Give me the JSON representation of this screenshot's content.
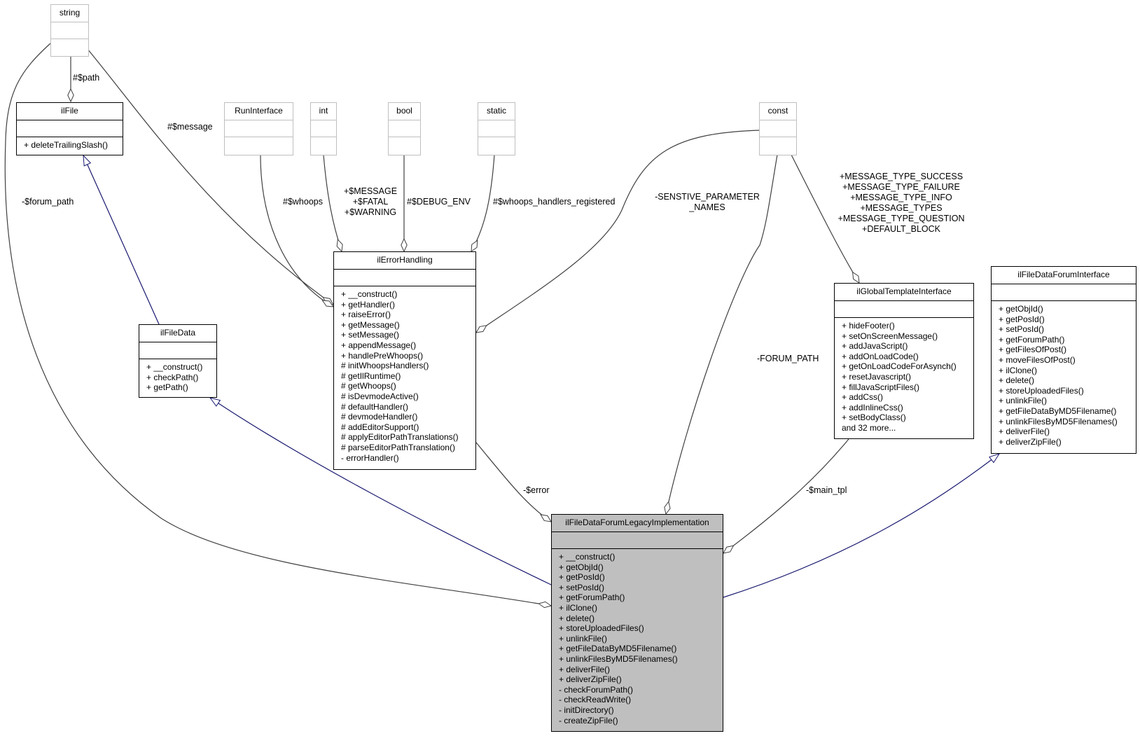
{
  "classes": {
    "string": {
      "name": "string",
      "ops": []
    },
    "ilFile": {
      "name": "ilFile",
      "ops": [
        "+ deleteTrailingSlash()"
      ]
    },
    "RunInterface": {
      "name": "RunInterface",
      "ops": []
    },
    "int": {
      "name": "int",
      "ops": []
    },
    "bool": {
      "name": "bool",
      "ops": []
    },
    "static": {
      "name": "static",
      "ops": []
    },
    "const": {
      "name": "const",
      "ops": []
    },
    "ilFileData": {
      "name": "ilFileData",
      "ops": [
        "+ __construct()",
        "+ checkPath()",
        "+ getPath()"
      ]
    },
    "ilErrorHandling": {
      "name": "ilErrorHandling",
      "ops": [
        "+ __construct()",
        "+ getHandler()",
        "+ raiseError()",
        "+ getMessage()",
        "+ setMessage()",
        "+ appendMessage()",
        "+ handlePreWhoops()",
        "# initWhoopsHandlers()",
        "# getIlRuntime()",
        "# getWhoops()",
        "# isDevmodeActive()",
        "# defaultHandler()",
        "# devmodeHandler()",
        "# addEditorSupport()",
        "# applyEditorPathTranslations()",
        "# parseEditorPathTranslation()",
        "- errorHandler()"
      ]
    },
    "ilGlobalTemplateInterface": {
      "name": "ilGlobalTemplateInterface",
      "ops": [
        "+ hideFooter()",
        "+ setOnScreenMessage()",
        "+ addJavaScript()",
        "+ addOnLoadCode()",
        "+ getOnLoadCodeForAsynch()",
        "+ resetJavascript()",
        "+ fillJavaScriptFiles()",
        "+ addCss()",
        "+ addInlineCss()",
        "+ setBodyClass()",
        "and 32 more..."
      ]
    },
    "ilFileDataForumInterface": {
      "name": "ilFileDataForumInterface",
      "ops": [
        "+ getObjId()",
        "+ getPosId()",
        "+ setPosId()",
        "+ getForumPath()",
        "+ getFilesOfPost()",
        "+ moveFilesOfPost()",
        "+ ilClone()",
        "+ delete()",
        "+ storeUploadedFiles()",
        "+ unlinkFile()",
        "+ getFileDataByMD5Filename()",
        "+ unlinkFilesByMD5Filenames()",
        "+ deliverFile()",
        "+ deliverZipFile()"
      ]
    },
    "ilFileDataForumLegacyImplementation": {
      "name": "ilFileDataForumLegacyImplementation",
      "ops": [
        "+ __construct()",
        "+ getObjId()",
        "+ getPosId()",
        "+ setPosId()",
        "+ getForumPath()",
        "+ ilClone()",
        "+ delete()",
        "+ storeUploadedFiles()",
        "+ unlinkFile()",
        "+ getFileDataByMD5Filename()",
        "+ unlinkFilesByMD5Filenames()",
        "+ deliverFile()",
        "+ deliverZipFile()",
        "- checkForumPath()",
        "- checkReadWrite()",
        "- initDirectory()",
        "- createZipFile()"
      ]
    }
  },
  "edge_labels": {
    "path": "#$path",
    "message": "#$message",
    "forum_path": "-$forum_path",
    "whoops": "#$whoops",
    "message_constants": "+$MESSAGE\n+$FATAL\n+$WARNING",
    "debug_env": "#$DEBUG_ENV",
    "whoops_handlers_registered": "#$whoops_handlers_registered",
    "sensitive_parameter_names": "-SENSTIVE_PARAMETER\n_NAMES",
    "message_types": "+MESSAGE_TYPE_SUCCESS\n+MESSAGE_TYPE_FAILURE\n+MESSAGE_TYPE_INFO\n+MESSAGE_TYPES\n+MESSAGE_TYPE_QUESTION\n+DEFAULT_BLOCK",
    "forum_path_const": "-FORUM_PATH",
    "error": "-$error",
    "main_tpl": "-$main_tpl"
  },
  "colors": {
    "inheritance": "#191970",
    "association": "#404040",
    "external_border": "#bfbfbf",
    "focus_fill": "#bfbfbf"
  }
}
